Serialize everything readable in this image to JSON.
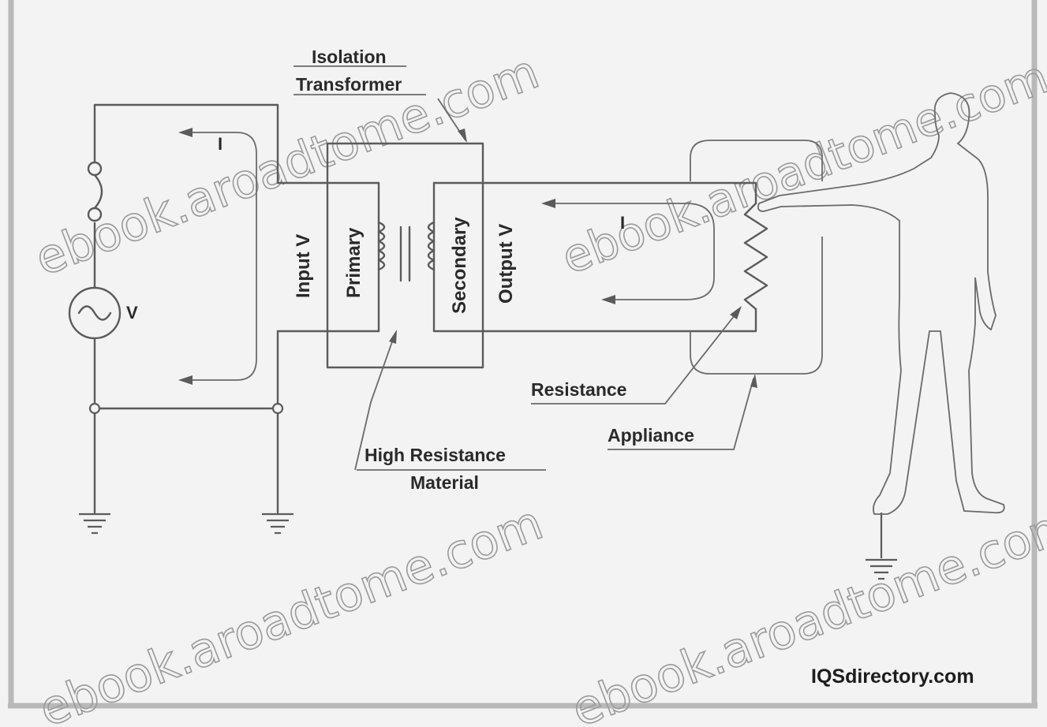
{
  "labels": {
    "isolation_transformer_line1": "Isolation",
    "isolation_transformer_line2": "Transformer",
    "input_v": "Input V",
    "primary": "Primary",
    "secondary": "Secondary",
    "output_v": "Output V",
    "current_left": "I",
    "current_right": "I",
    "source_v": "V",
    "resistance": "Resistance",
    "appliance": "Appliance",
    "high_resistance_line1": "High Resistance",
    "high_resistance_line2": "Material",
    "credit": "IQSdirectory.com"
  },
  "watermark": "ebook.aroadtome.com",
  "colors": {
    "background": "#f3f3f3",
    "line": "#5b5b5b",
    "text": "#2a2a2a",
    "frame": "#b9b9b9"
  }
}
